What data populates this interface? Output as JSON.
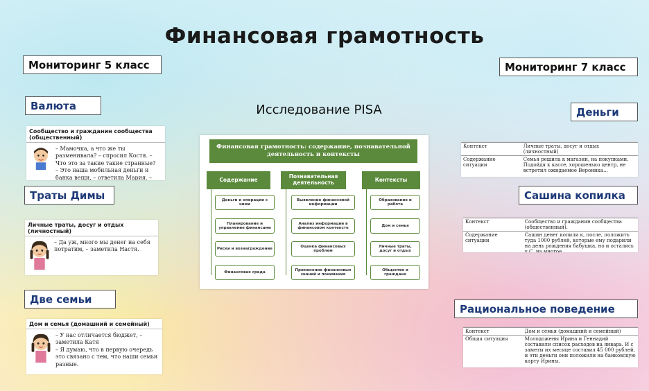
{
  "title": "Финансовая грамотность",
  "subtitle": "Исследование PISA",
  "labels": {
    "monitoring5": "Мониторинг 5 класс",
    "monitoring7": "Мониторинг 7 класс",
    "currency": "Валюта",
    "dima": "Траты Димы",
    "two_families": "Две семьи",
    "money": "Деньги",
    "sasha": "Сашина копилка",
    "rational": "Рациональное поведение"
  },
  "cards": {
    "currency": {
      "head": "Сообщество и гражданин сообщества (общественный)",
      "text": "– Мамочка, а что же ты разменивала? – спросил Костя. – Что это за такие такие странные?",
      "text2": "– Это наша мобильная деньги и банка вещи, – ответила Мария. – Красный сер – ... "
    },
    "dima": {
      "head": "Личные траты, досуг и отдых (личностный)",
      "text": "– Да уж, много мы денег на себя потратим, – заметила Настя."
    },
    "families": {
      "head": "Дом и семья (домашний и семейный)",
      "text": "– У нас отличается бюджет, – заметила Катя",
      "text2": "– Я думаю, что в первую очередь это связано с тем, что наши семьи разные."
    },
    "money": {
      "row1": [
        "Контекст",
        "Личные траты, досуг и отдых (личностный)"
      ],
      "row2": [
        "Содержание ситуации",
        "Семья решила к магазин, на покупками. Подойдя к кассе, хорошенько центр, не встретил ожидаемое Вероника..."
      ]
    },
    "sasha": {
      "row1": [
        "Контекст",
        "Сообщество и гражданин сообщества (общественный)."
      ],
      "row2": [
        "Содержание ситуации",
        "Сашин денег копили к, после, положить туда 1000 рублей, которые ему подарили на день рождения бабушка, но и остались у С. на многое"
      ]
    },
    "rational": {
      "row1": [
        "Контекст",
        "Дом и семья (домашний и семейный)"
      ],
      "row2": [
        "Общая ситуация",
        "Молодожены Ирина и Геннадий составили список расходов на январь. И с заметы их месяце составил 45 000 рублей, и эти деньги они положили на банковскую карту Ирины."
      ]
    }
  },
  "diagram": {
    "title": "Финансовая грамотность: содержание, познавательной деятельность и контексты",
    "columns": [
      {
        "head": "Содержание",
        "items": [
          "Деньги и операции с ними",
          "Планирование и управление финансами",
          "Риски и вознаграждение",
          "Финансовая среда"
        ]
      },
      {
        "head": "Познавательная деятельность",
        "items": [
          "Выявление финансовой информации",
          "Анализ информации в финансовом контексте",
          "Оценка финансовых проблем",
          "Применение финансовых знаний и понимания"
        ]
      },
      {
        "head": "Контексты",
        "items": [
          "Образование и работа",
          "Дом и семья",
          "Личные траты, досуг и отдых",
          "Общество и граждане"
        ]
      }
    ]
  },
  "colors": {
    "label_text": "#1e3a78",
    "diagram_green": "#5b8a3c"
  }
}
